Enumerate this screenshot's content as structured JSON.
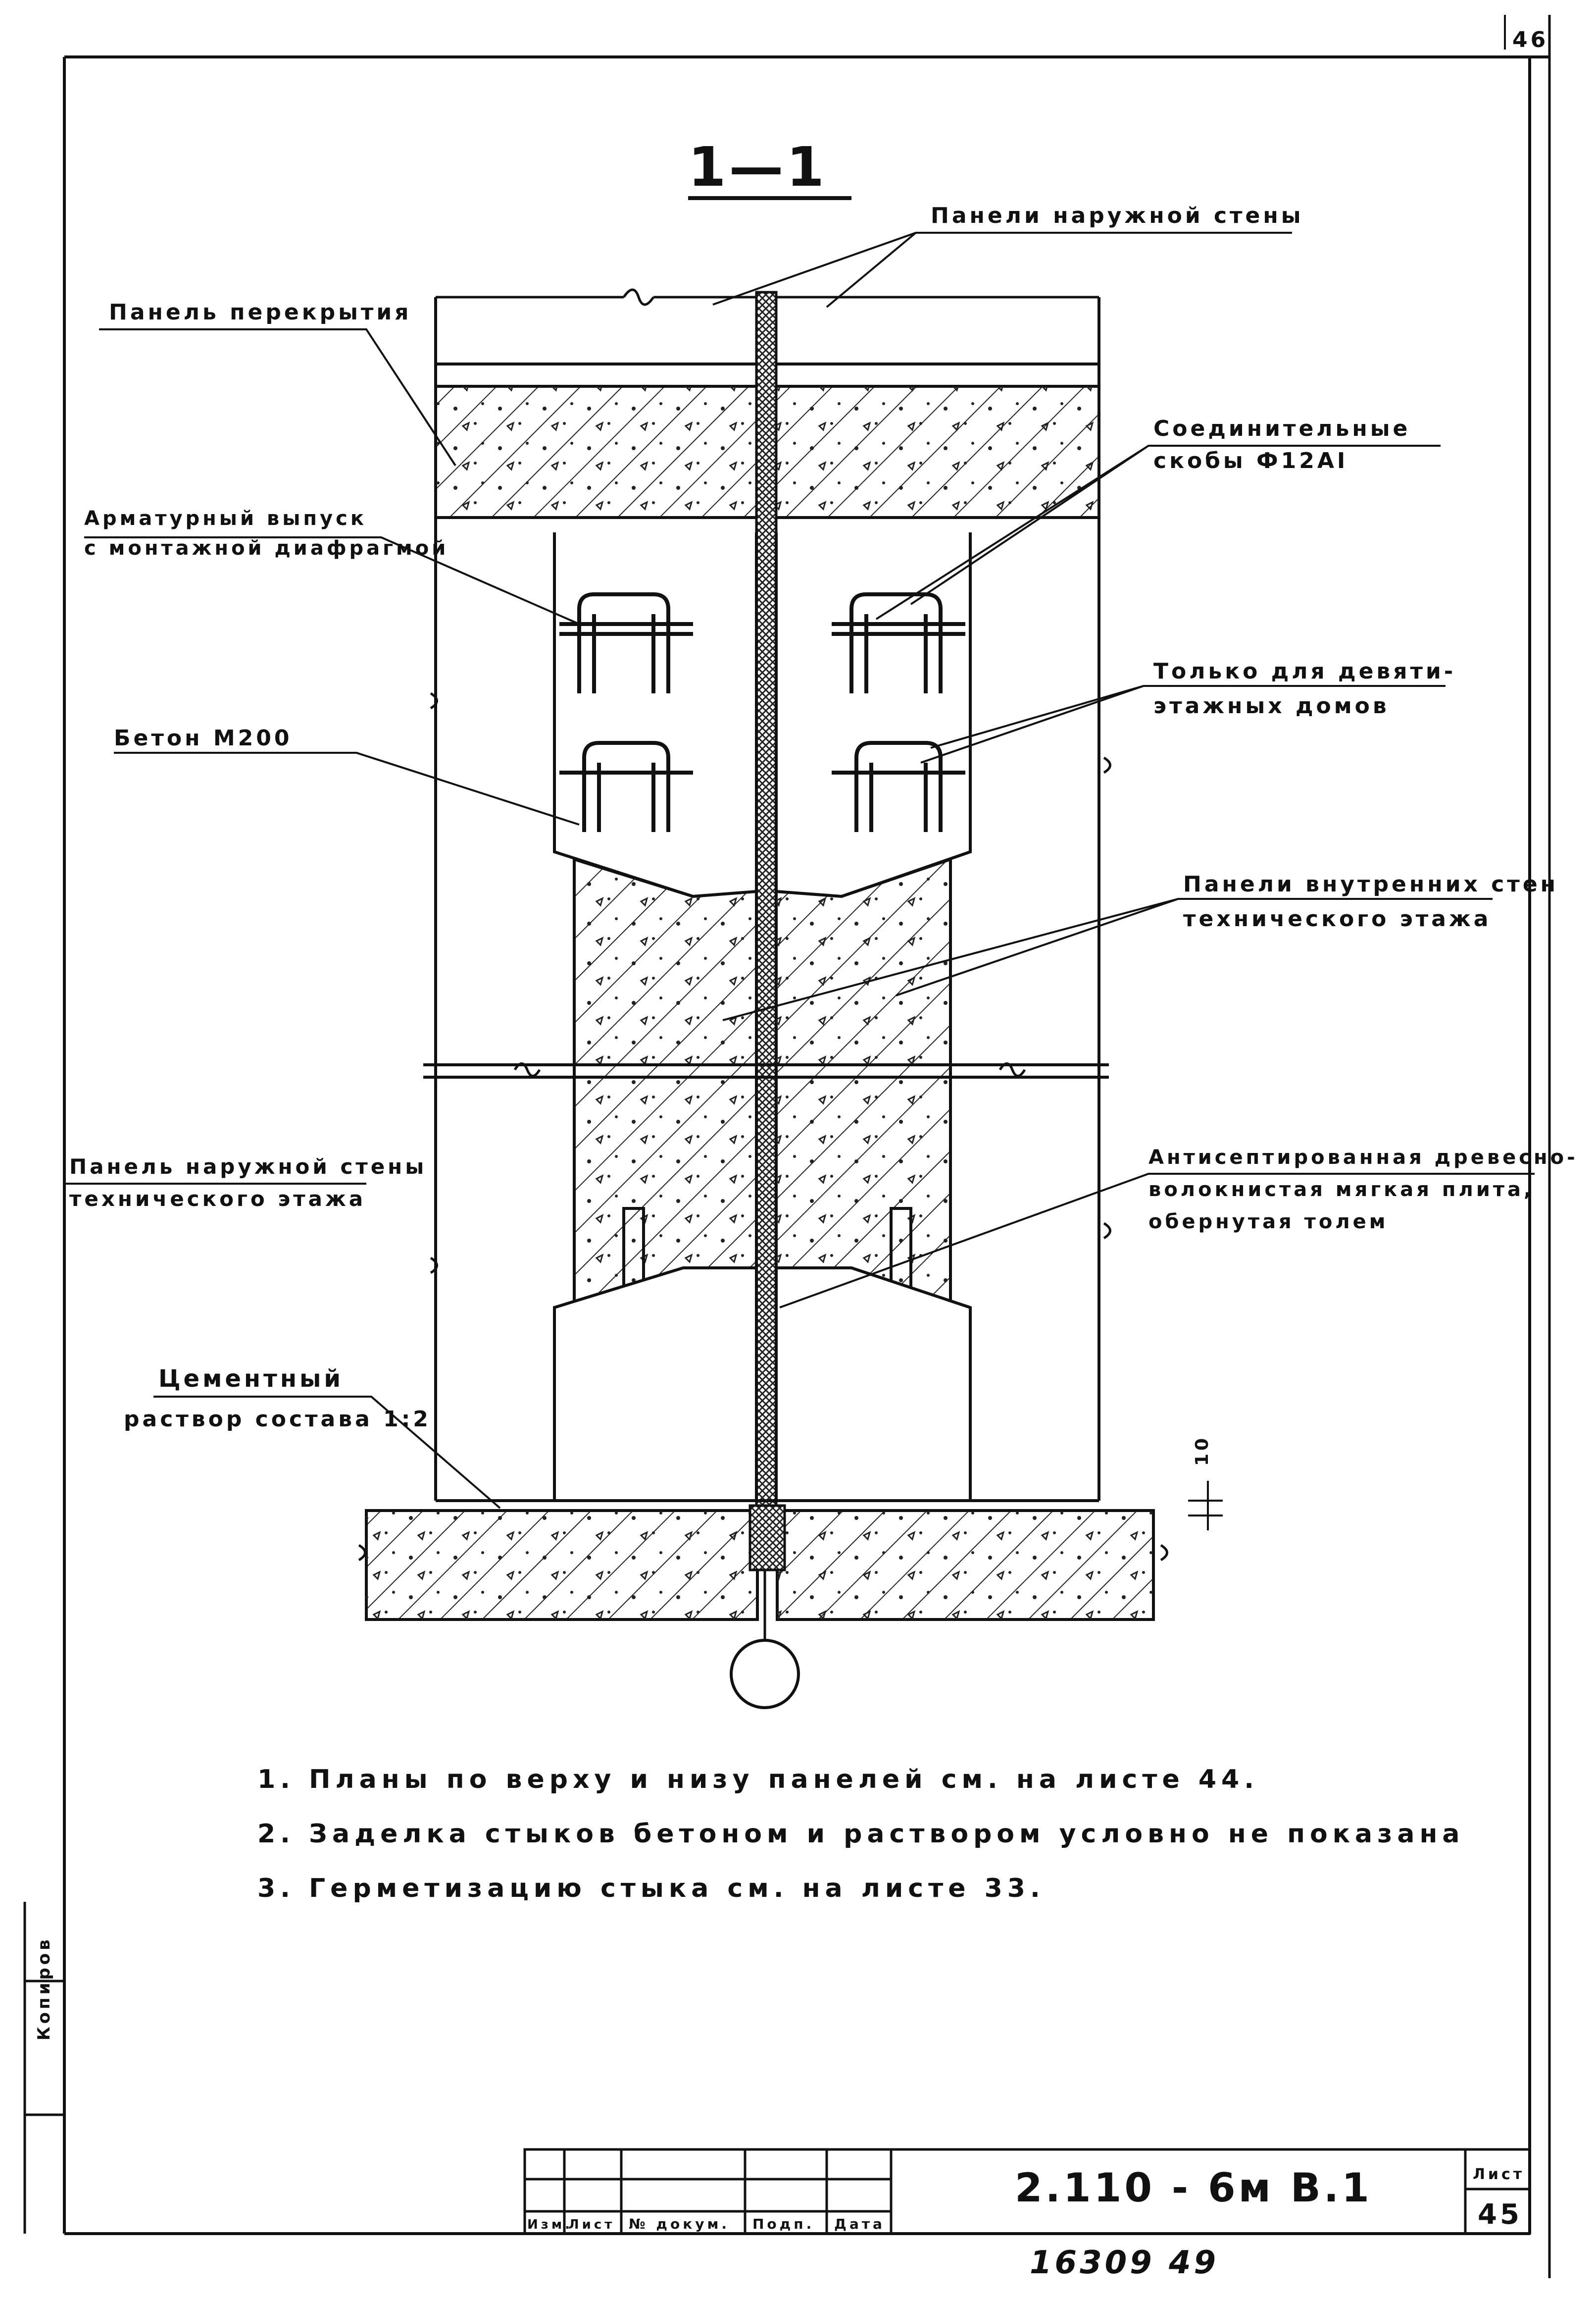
{
  "corner_number": "46",
  "section_label": "1—1",
  "labels": {
    "outer_wall_panels": "Панели наружной стены",
    "floor_panel": "Панель перекрытия",
    "connecting_brackets_line1": "Соединительные",
    "connecting_brackets_line2": "скобы Ф12АI",
    "reinforcement_line1": "Арматурный выпуск",
    "reinforcement_line2": "с монтажной диафрагмой",
    "nine_storey_line1": "Только для девяти-",
    "nine_storey_line2": "этажных домов",
    "concrete": "Бетон М200",
    "inner_walls_line1": "Панели внутренних стен",
    "inner_walls_line2": "технического этажа",
    "outer_wall_tech_line1": "Панель наружной стены",
    "outer_wall_tech_line2": "технического этажа",
    "fiberboard_line1": "Антисептированная древесно-",
    "fiberboard_line2": "волокнистая мягкая плита,",
    "fiberboard_line3": "обернутая толем",
    "mortar_line1": "Цементный",
    "mortar_line2": "раствор состава 1:2",
    "dimension_10": "10"
  },
  "notes": [
    "1. Планы по верху и низу панелей см. на листе 44.",
    "2. Заделка стыков бетоном и раствором условно не показана",
    "3. Герметизацию стыка см. на листе 33."
  ],
  "side_stamp": "Копиров",
  "title_block": {
    "headers": [
      "Изм.",
      "Лист",
      "№ докум.",
      "Подп.",
      "Дата"
    ],
    "designation": "2.110 - 6м  В.1",
    "sheet_label": "Лист",
    "sheet_number": "45"
  },
  "bottom_number": "16309  49"
}
